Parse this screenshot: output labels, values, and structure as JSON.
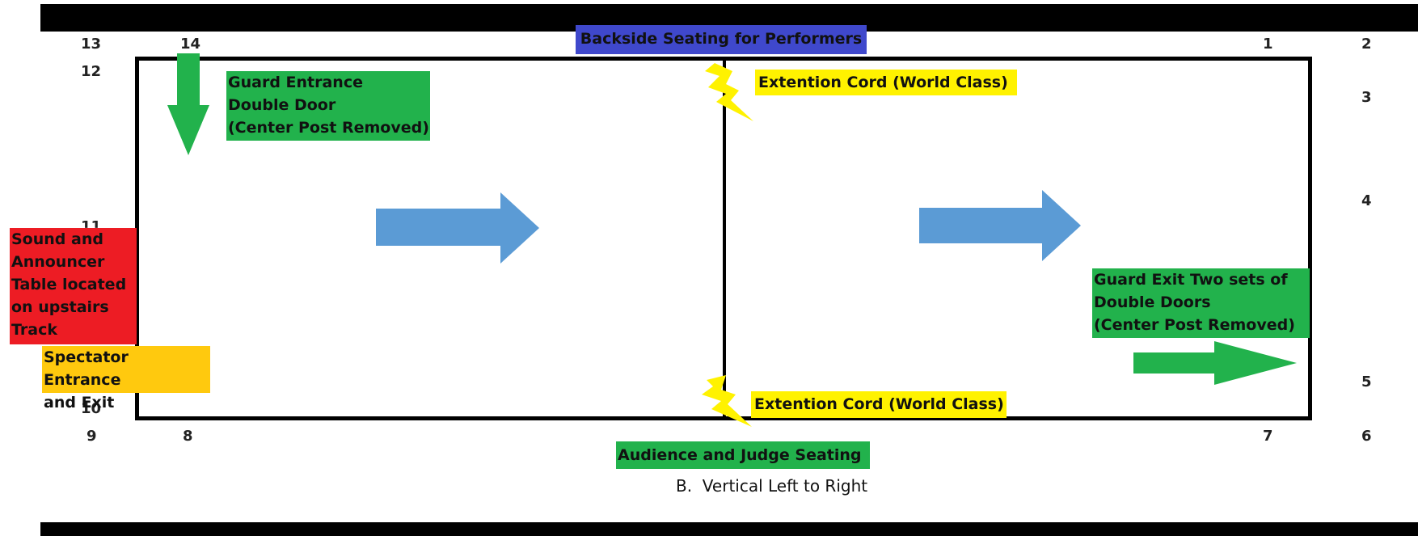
{
  "labels": {
    "backside_seating": "Backside Seating for Performers",
    "guard_entrance": [
      "Guard Entrance",
      "Double Door",
      "(Center Post Removed)"
    ],
    "extension_cord_top": "Extention Cord (World Class)",
    "extension_cord_bottom": "Extention Cord (World Class)",
    "sound_table": [
      "Sound and",
      "Announcer",
      "Table located",
      "on upstairs",
      "Track"
    ],
    "spectator_entrance": [
      "Spectator Entrance",
      "and Exit"
    ],
    "guard_exit": [
      "Guard Exit Two sets of",
      "Double Doors",
      "(Center Post Removed)"
    ],
    "audience_seating": "Audience and Judge Seating",
    "caption": "B.  Vertical Left to Right"
  },
  "markers": {
    "m1": "1",
    "m2": "2",
    "m3": "3",
    "m4": "4",
    "m5": "5",
    "m6": "6",
    "m7": "7",
    "m8": "8",
    "m9": "9",
    "m10": "10",
    "m11": "11",
    "m12": "12",
    "m13": "13",
    "m14": "14"
  },
  "colors": {
    "green": "#22b24c",
    "blue_label": "#3f48cc",
    "yellow": "#fff200",
    "red": "#ed1c24",
    "orange": "#ffc90e",
    "arrow_blue": "#5b9bd5",
    "black": "#000000"
  },
  "icons": {
    "lightning": "lightning-bolt-icon",
    "direction_arrow": "right-arrow-icon",
    "entrance_arrow": "down-arrow-icon",
    "exit_arrow": "right-arrow-icon"
  }
}
